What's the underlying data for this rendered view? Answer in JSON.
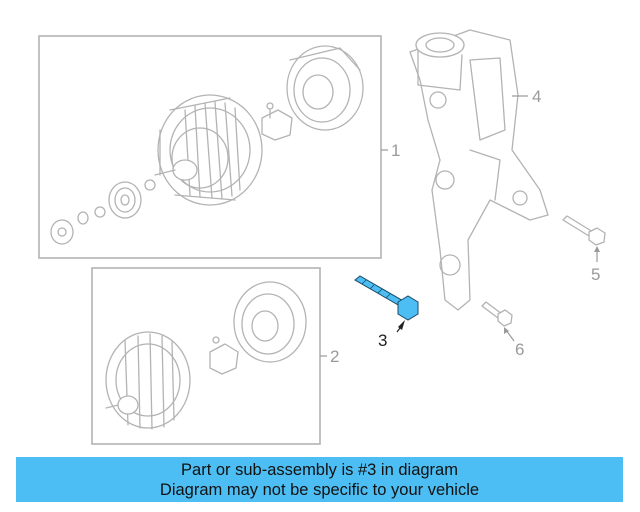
{
  "diagram": {
    "callouts": [
      "1",
      "2",
      "3",
      "4",
      "5",
      "6"
    ],
    "highlighted_part": "3",
    "highlight_color": "#4dbef4",
    "line_color": "#b3b3b3"
  },
  "banner": {
    "line1": "Part or sub-assembly is #3 in diagram",
    "line2": "Diagram may not be specific to your vehicle",
    "background": "#4dbef4"
  }
}
